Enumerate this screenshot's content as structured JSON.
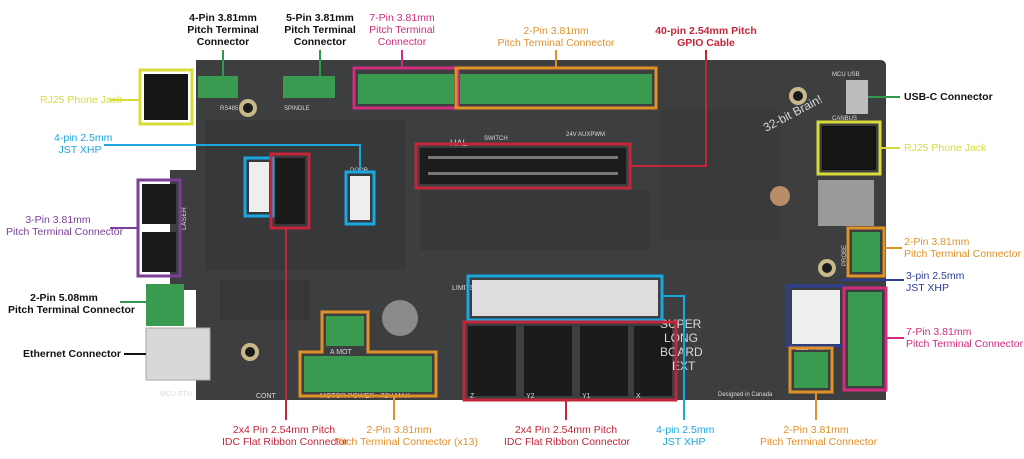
{
  "colors": {
    "black": "#111111",
    "green": "#2e9a4a",
    "red": "#c2263a",
    "magenta": "#d12c7d",
    "orange": "#e0912a",
    "yellow": "#d8dc3a",
    "cyan": "#1aa7e0",
    "purple": "#7a3f98",
    "navy": "#2c3e95"
  },
  "labels": {
    "pin4_term": {
      "l1": "4-Pin 3.81mm",
      "l2": "Pitch Terminal",
      "l3": "Connector"
    },
    "pin5_term": {
      "l1": "5-Pin 3.81mm",
      "l2": "Pitch Terminal",
      "l3": "Connector"
    },
    "pin7_term_top": {
      "l1": "7-Pin 3.81mm",
      "l2": "Pitch Terminal",
      "l3": "Connector"
    },
    "pin2_term_top": {
      "l1": "2-Pin 3.81mm",
      "l2": "Pitch Terminal Connector"
    },
    "gpio": {
      "l1": "40-pin 2.54mm Pitch",
      "l2": "GPIO Cable"
    },
    "rj25_left": {
      "l1": "RJ25 Phone Jack"
    },
    "usbc": {
      "l1": "USB-C Connector"
    },
    "jst4_left": {
      "l1": "4-pin 2.5mm",
      "l2": "JST XHP"
    },
    "rj25_right": {
      "l1": "RJ25 Phone Jack"
    },
    "pin3_term": {
      "l1": "3-Pin 3.81mm",
      "l2": "Pitch Terminal Connector"
    },
    "pin2_term_right": {
      "l1": "2-Pin 3.81mm",
      "l2": "Pitch Terminal Connector"
    },
    "jst3_right": {
      "l1": "3-pin 2.5mm",
      "l2": "JST XHP"
    },
    "pin2_508": {
      "l1": "2-Pin 5.08mm",
      "l2": "Pitch Terminal Connector"
    },
    "pin7_term_right": {
      "l1": "7-Pin 3.81mm",
      "l2": "Pitch Terminal Connector"
    },
    "ethernet": {
      "l1": "Ethernet Connector"
    },
    "idc_left": {
      "l1": "2x4 Pin 2.54mm Pitch",
      "l2": "IDC Flat Ribbon Connector"
    },
    "pin2_x13": {
      "l1": "2-Pin 3.81mm",
      "l2": "Pitch Terminal Connector (x13)"
    },
    "idc_right": {
      "l1": "2x4 Pin 2.54mm Pitch",
      "l2": "IDC Flat Ribbon Connector"
    },
    "jst4_bottom": {
      "l1": "4-pin 2.5mm",
      "l2": "JST XHP"
    },
    "pin2_term_bottom": {
      "l1": "2-Pin 3.81mm",
      "l2": "Pitch Terminal Connector"
    }
  },
  "silkscreen": {
    "brain": "32-bit Brain!",
    "super": "SUPER",
    "long": "LONG",
    "board": "BOARD",
    "ext": "EXT",
    "motor_power": "MOTOR POWER - 72V MAX",
    "a_mot": "A MOT",
    "led_pwr": "LED PWR",
    "mcu_eth": "MCU ETH",
    "designed": "Designed in Canada",
    "limits": "LIMITS",
    "switch": "SWITCH",
    "aux_pwm": "24V AUXPWM",
    "canbus": "CANBUS",
    "mcu_usb": "MCU USB",
    "door": "DOOR",
    "laser": "LASER",
    "probe": "PROBE",
    "cont": "CONT",
    "rs485": "RS485",
    "spindle": "SPINDLE",
    "hal": "HAL",
    "axis_z": "Z",
    "axis_y2": "Y2",
    "axis_y1": "Y1",
    "axis_x": "X"
  }
}
